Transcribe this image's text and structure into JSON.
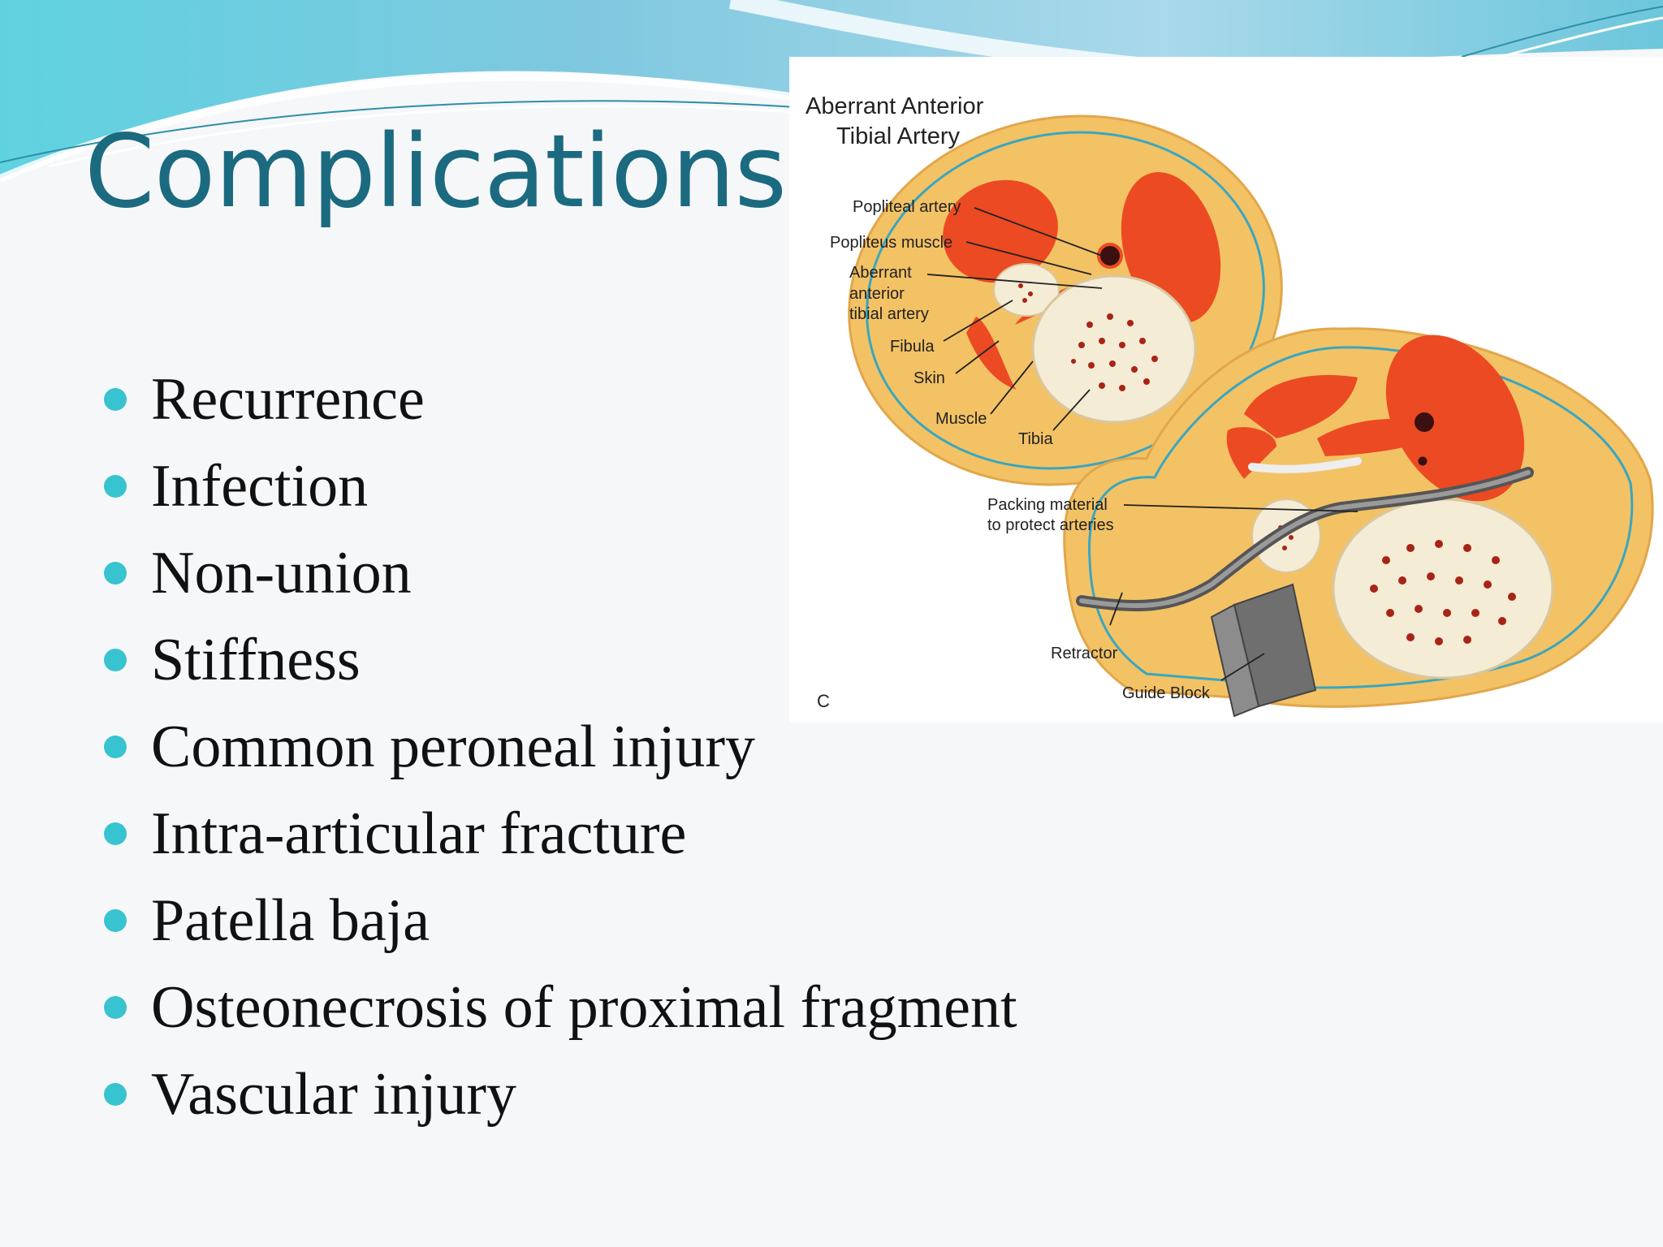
{
  "slide": {
    "title": "Complications",
    "bullets": [
      "Recurrence",
      "Infection",
      "Non-union",
      "Stiffness",
      "Common peroneal injury",
      "Intra-articular fracture",
      "Patella baja",
      "Osteonecrosis of proximal fragment",
      "Vascular injury"
    ]
  },
  "figure": {
    "title_line1": "Aberrant Anterior",
    "title_line2": "Tibial Artery",
    "labels": {
      "popliteal_artery": "Popliteal artery",
      "popliteus_muscle": "Popliteus muscle",
      "aberrant_1": "Aberrant",
      "aberrant_2": "anterior",
      "aberrant_3": "tibial artery",
      "fibula": "Fibula",
      "skin": "Skin",
      "muscle": "Muscle",
      "tibia": "Tibia",
      "packing_1": "Packing material",
      "packing_2": "to protect arteries",
      "retractor": "Retractor",
      "guide_block": "Guide Block",
      "panel": "C"
    }
  },
  "colors": {
    "title": "#1b6a80",
    "bullet": "#37c3cf",
    "text": "#111111",
    "tissue": "#f3c265",
    "muscle": "#ec4a22",
    "bone": "#f5ecd6",
    "fascia": "#3aa6c0"
  }
}
